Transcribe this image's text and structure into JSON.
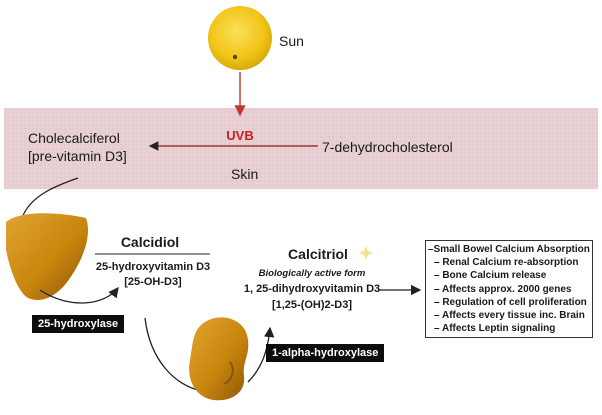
{
  "sun": {
    "label": "Sun"
  },
  "skin": {
    "uvb": "UVB",
    "precursor": "7-dehydrocholesterol",
    "product_line1": "Cholecalciferol",
    "product_line2": "[pre-vitamin D3]",
    "label": "Skin"
  },
  "calcidiol": {
    "title": "Calcidiol",
    "line1": "25-hydroxyvitamin D3",
    "line2": "[25-OH-D3]"
  },
  "calcitriol": {
    "title": "Calcitriol",
    "subtitle": "Biologically active form",
    "line1": "1, 25-dihydroxyvitamin D3",
    "line2": "[1,25-(OH)2-D3]"
  },
  "enzymes": {
    "liver": "25-hydroxylase",
    "kidney": "1-alpha-hydroxylase"
  },
  "effects": [
    "–Small Bowel Calcium Absorption",
    "– Renal Calcium re-absorption",
    "– Bone Calcium release",
    "– Affects approx. 2000 genes",
    "– Regulation of cell proliferation",
    "– Affects every tissue inc. Brain",
    "– Affects Leptin signaling"
  ],
  "colors": {
    "skin_band": "#e7cfd2",
    "uvb": "#cc1f1f",
    "sun": "#f1c416",
    "organ": "#c9860e"
  }
}
